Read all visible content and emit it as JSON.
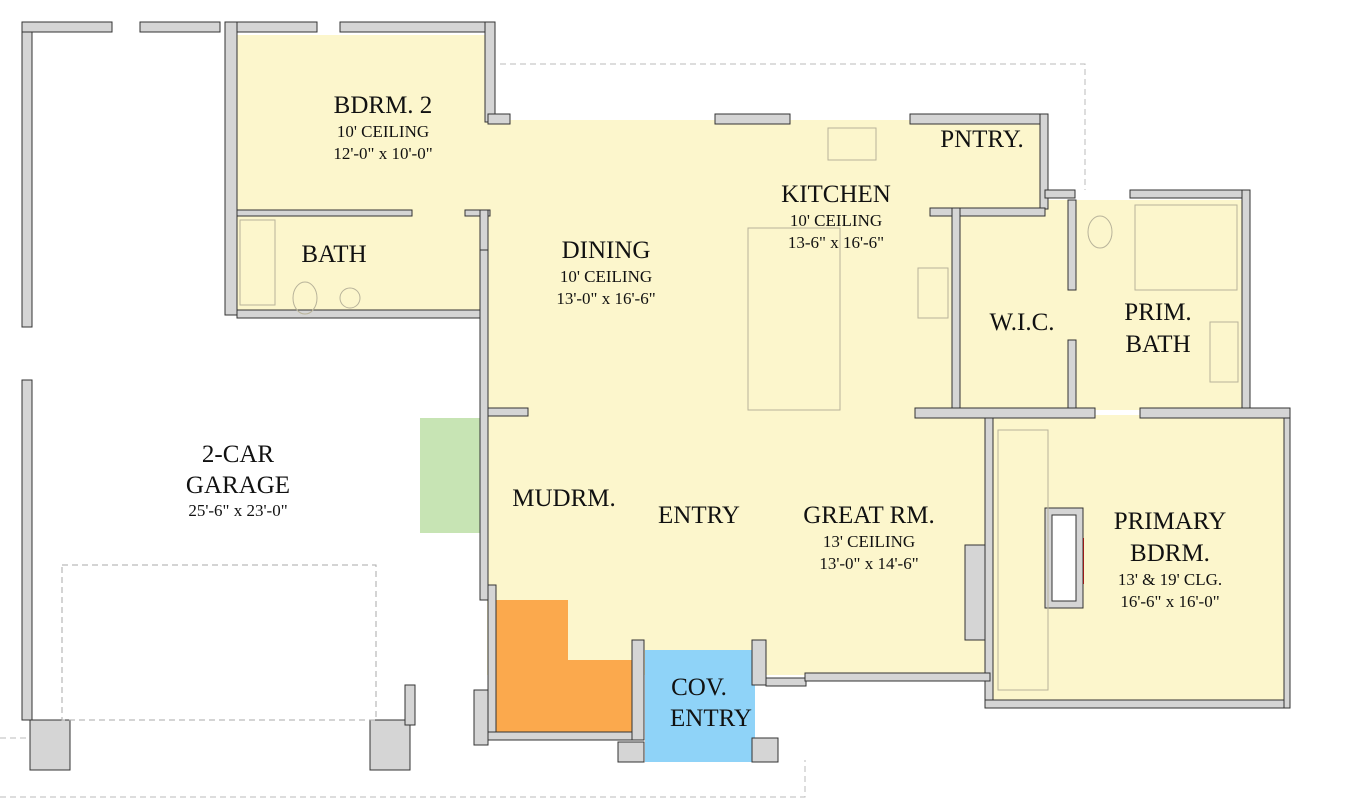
{
  "colors": {
    "room_fill": "#fcf6cc",
    "wall": "#d5d5d5",
    "stairs_down": "#c7e4b4",
    "stairs_up": "#fba94d",
    "covered_entry": "#8fd3f8",
    "fireplace": "#ff0000"
  },
  "rooms": {
    "bdrm2": {
      "name": "BDRM. 2",
      "ceiling": "10' CEILING",
      "size": "12'-0\" x 10'-0\""
    },
    "bath": {
      "name": "BATH"
    },
    "dining": {
      "name": "DINING",
      "ceiling": "10' CEILING",
      "size": "13'-0\" x 16'-6\""
    },
    "kitchen": {
      "name": "KITCHEN",
      "ceiling": "10' CEILING",
      "size": "13-6\" x 16'-6\""
    },
    "pantry": {
      "name": "PNTRY."
    },
    "wic": {
      "name": "W.I.C."
    },
    "prim_bath": {
      "name_line1": "PRIM.",
      "name_line2": "BATH"
    },
    "garage": {
      "name_line1": "2-CAR",
      "name_line2": "GARAGE",
      "size": "25'-6\" x 23'-0\""
    },
    "mudroom": {
      "name": "MUDRM."
    },
    "entry": {
      "name": "ENTRY"
    },
    "great_room": {
      "name": "GREAT RM.",
      "ceiling": "13' CEILING",
      "size": "13'-0\" x 14'-6\""
    },
    "primary_bdrm": {
      "name_line1": "PRIMARY",
      "name_line2": "BDRM.",
      "ceiling": "13' & 19' CLG.",
      "size": "16'-6\" x 16'-0\""
    },
    "cov_entry": {
      "name_line1": "COV.",
      "name_line2": "ENTRY"
    }
  }
}
